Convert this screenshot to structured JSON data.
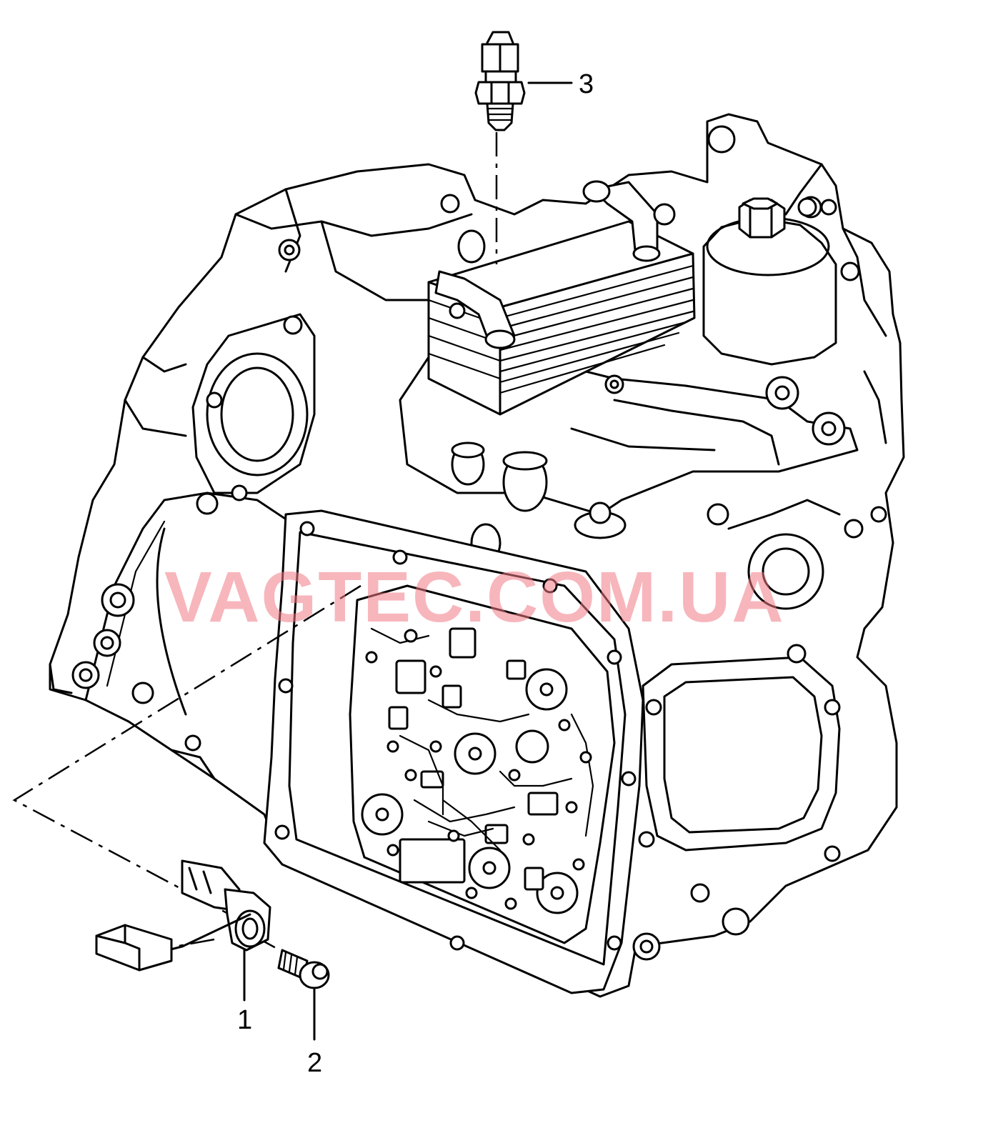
{
  "diagram": {
    "callouts": [
      {
        "id": "1",
        "label": "1"
      },
      {
        "id": "2",
        "label": "2"
      },
      {
        "id": "3",
        "label": "3"
      }
    ],
    "watermark": "VAGTEC.COM.UA",
    "colors": {
      "line": "#000000",
      "background": "#ffffff",
      "watermark": "#f07a85"
    }
  }
}
